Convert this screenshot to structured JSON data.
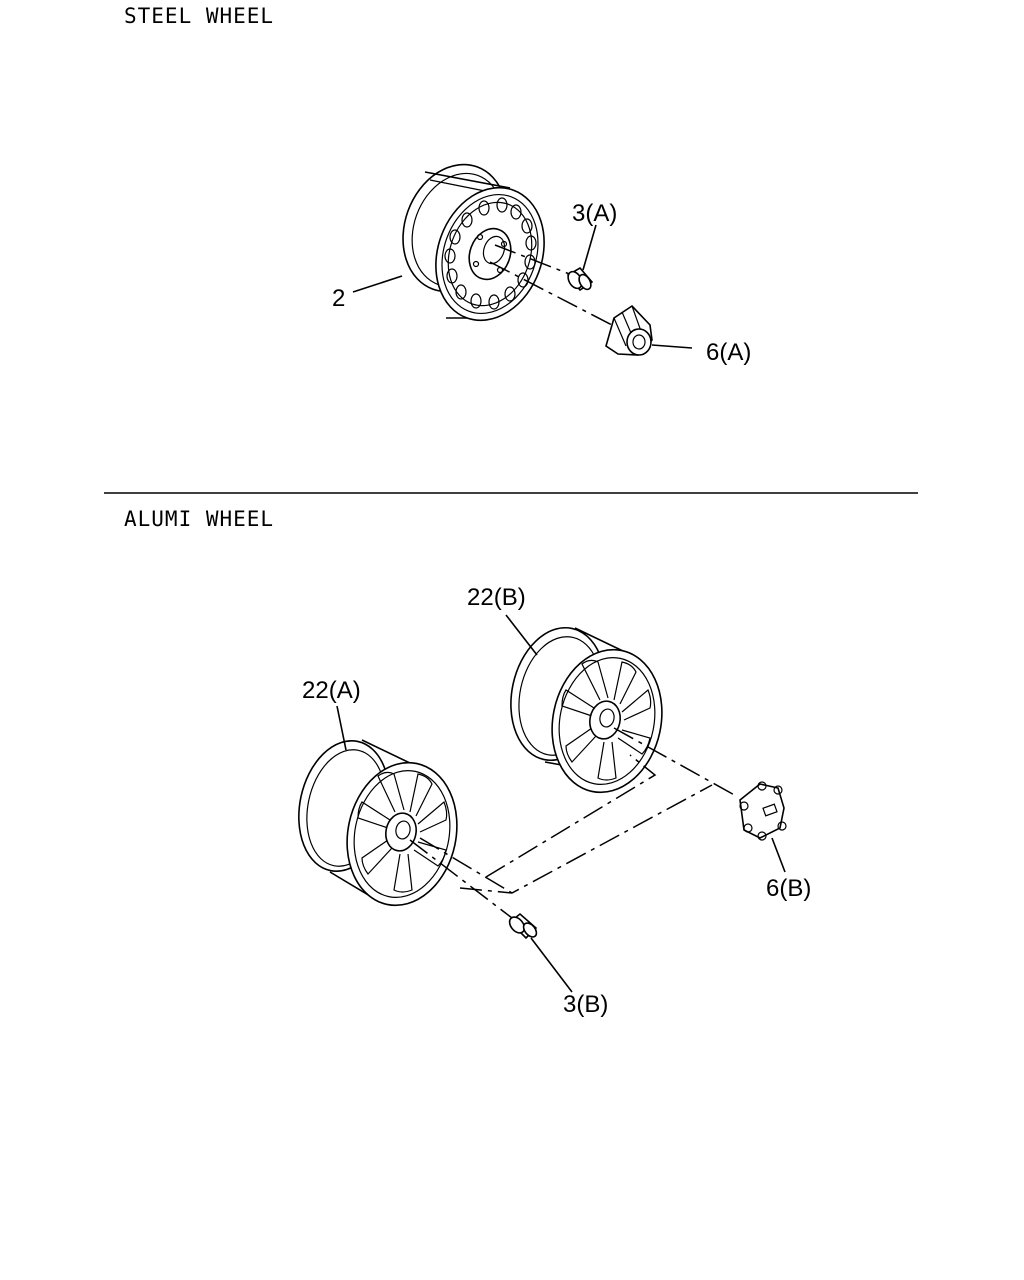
{
  "sections": {
    "steel": {
      "title": "STEEL WHEEL"
    },
    "alumi": {
      "title": "ALUMI WHEEL"
    }
  },
  "callouts": {
    "steel_wheel": "2",
    "steel_nut": "3(A)",
    "steel_cap": "6(A)",
    "alumi_wheel_a": "22(A)",
    "alumi_wheel_b": "22(B)",
    "alumi_nut": "3(B)",
    "alumi_cap": "6(B)"
  }
}
